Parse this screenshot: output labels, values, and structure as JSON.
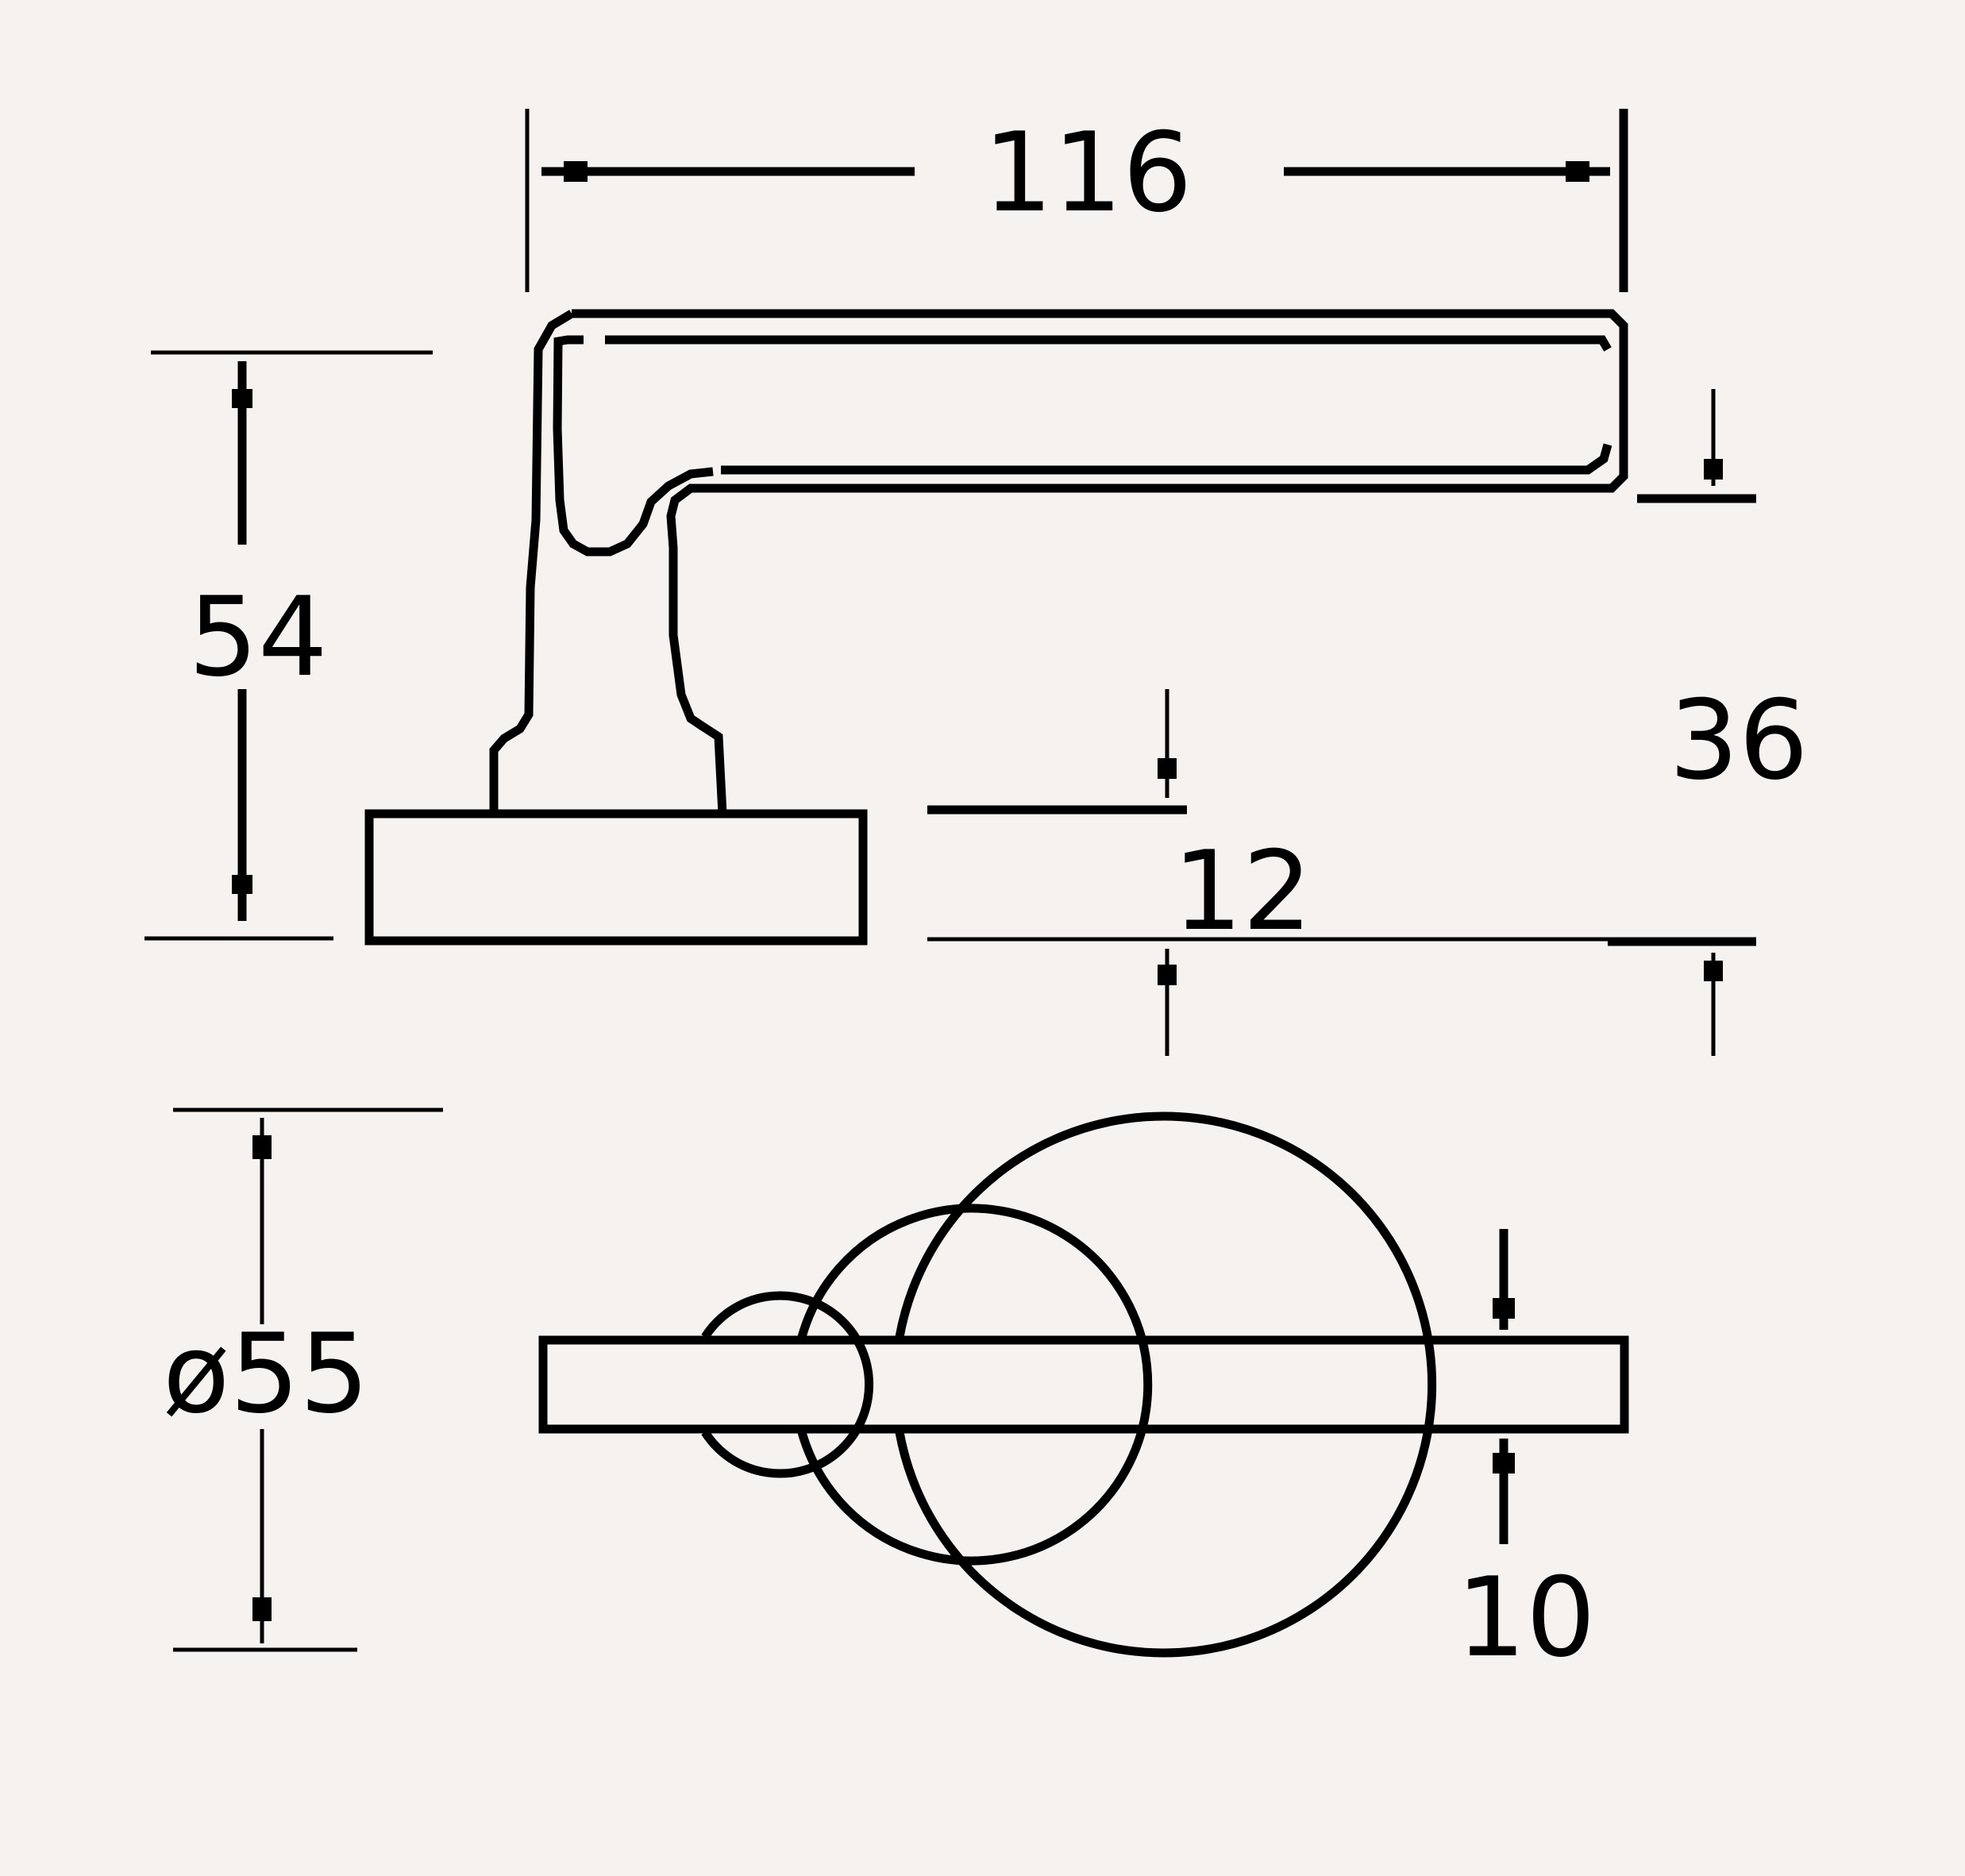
{
  "drawing": {
    "background_color": "#f5f2ef",
    "line_color": "#000000",
    "dimensions": {
      "overall_length": "116",
      "overall_height": "54",
      "lever_section_height": "36",
      "rose_thickness": "12",
      "rose_diameter": "ø55",
      "lever_width": "10"
    }
  }
}
